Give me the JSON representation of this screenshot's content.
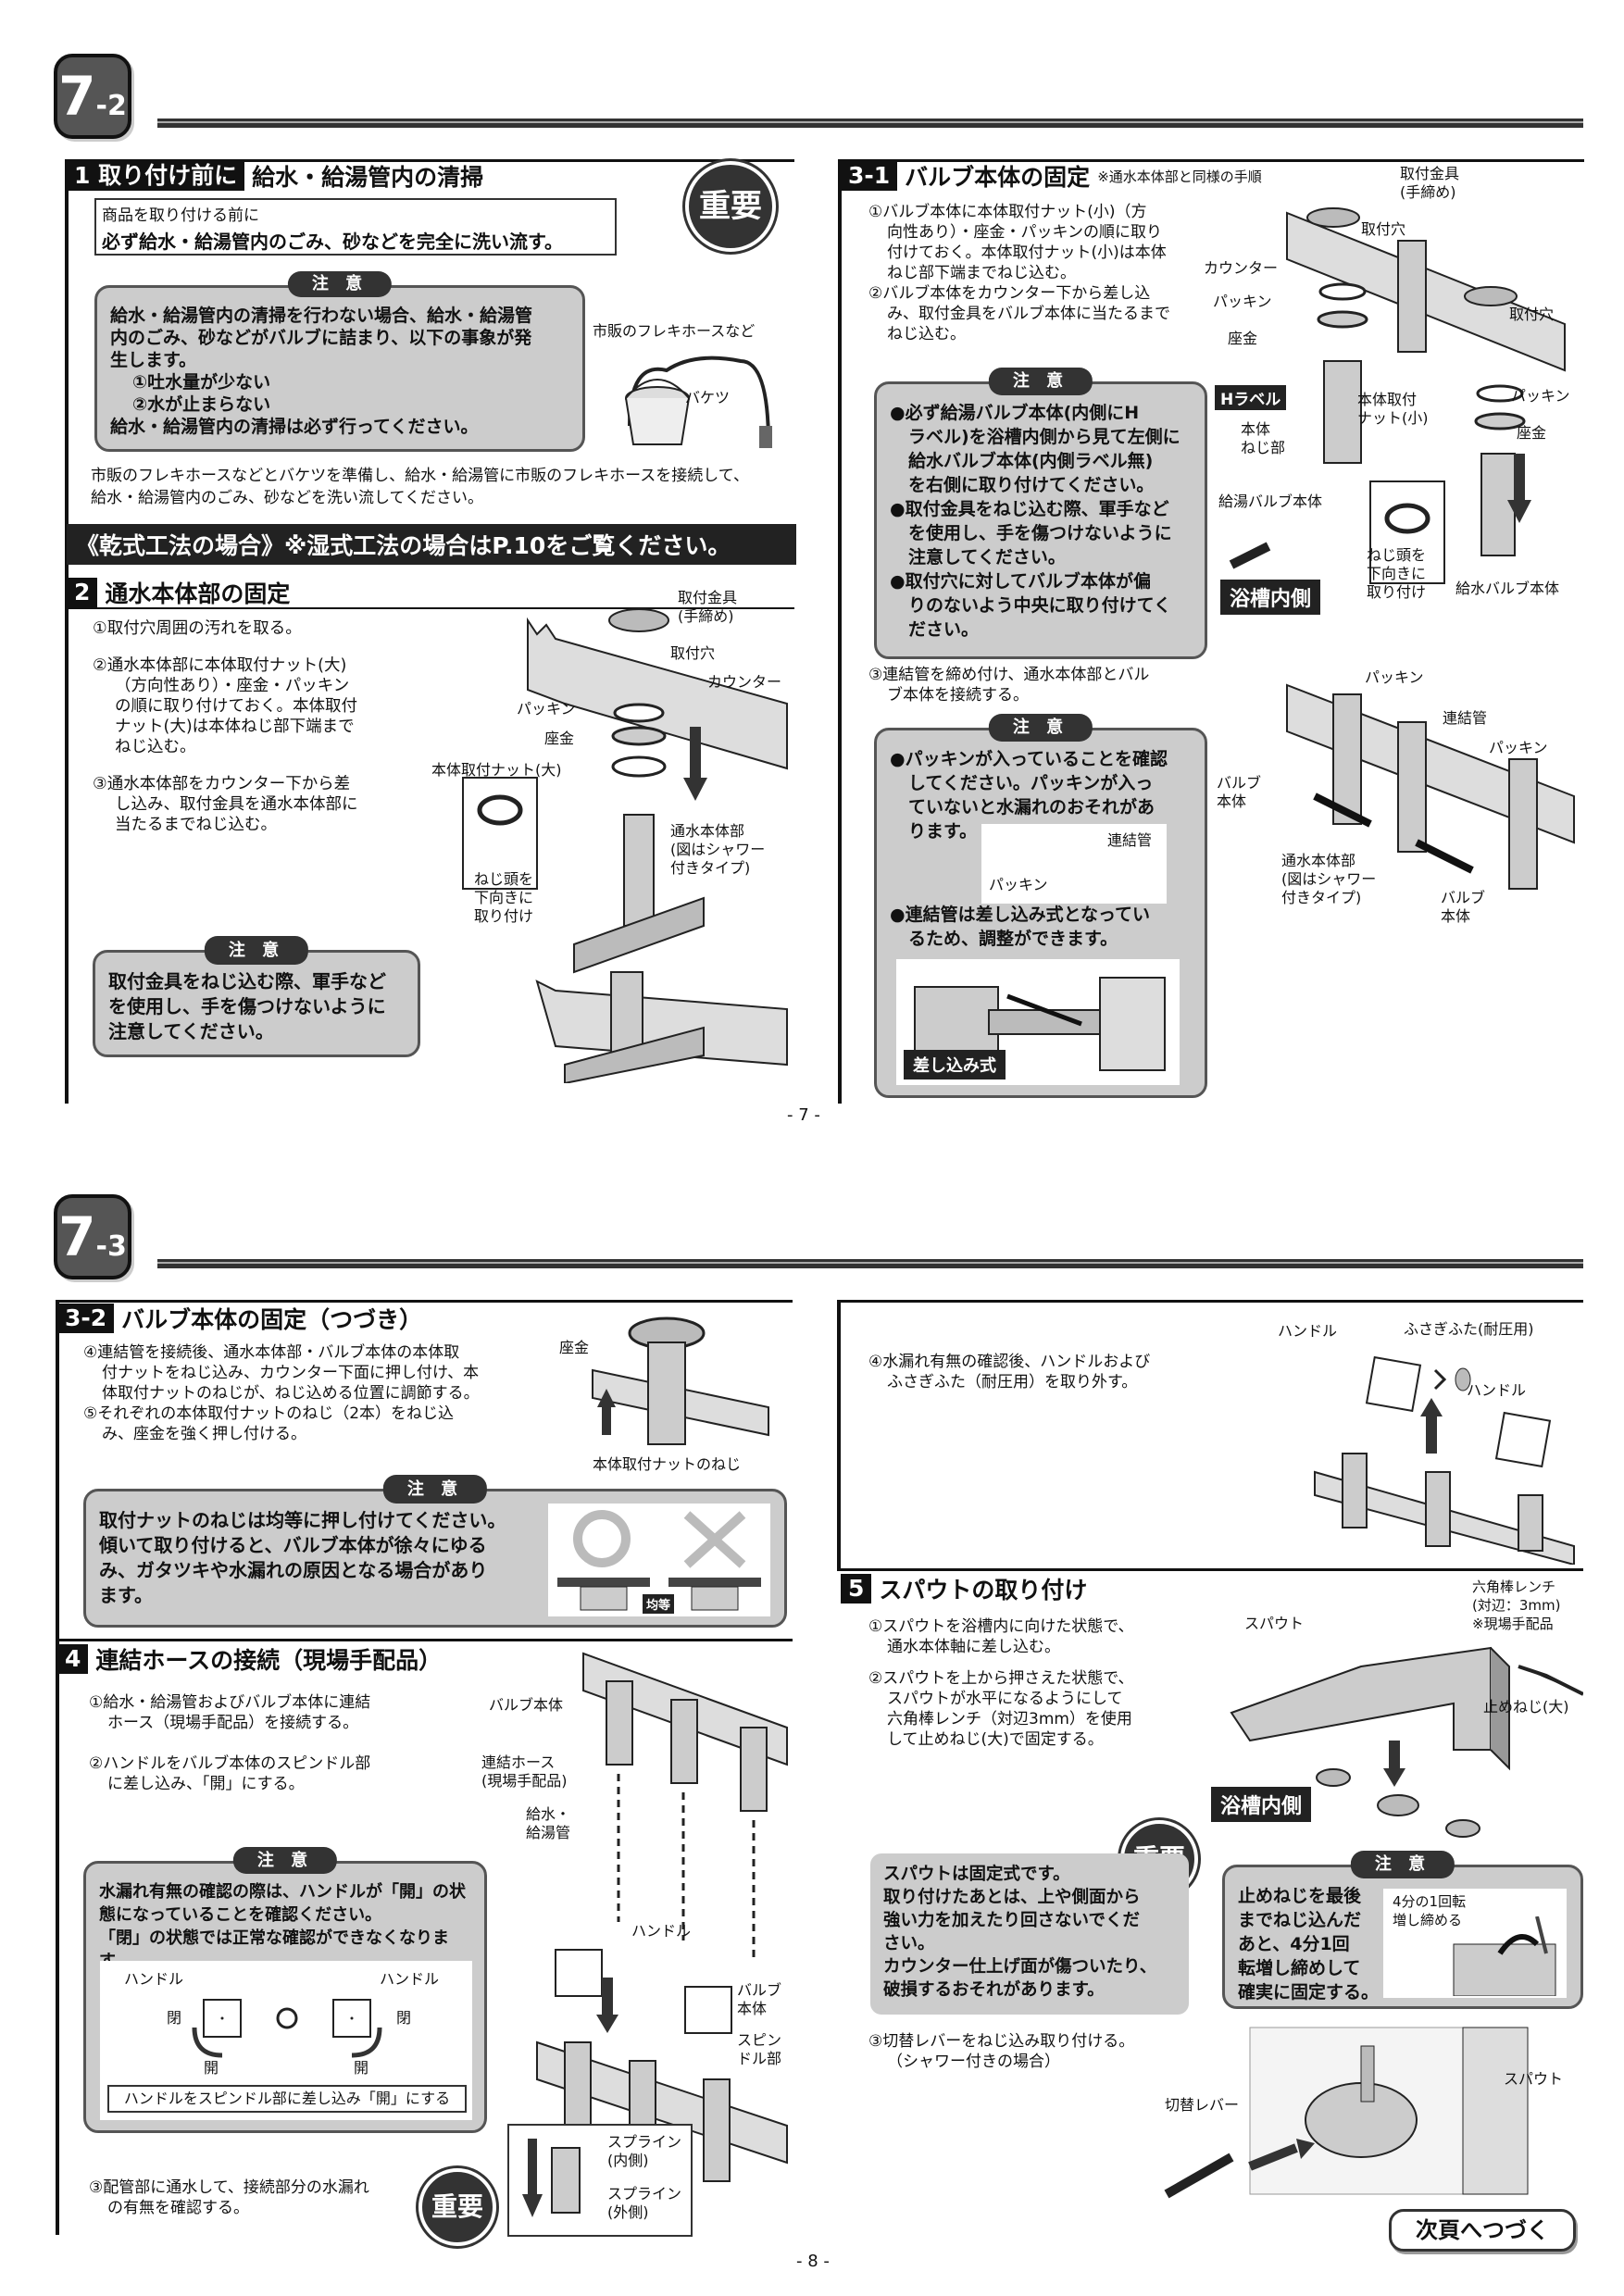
{
  "page7": {
    "badge_main": "7",
    "badge_sub": "-2",
    "step1": {
      "num": "1 取り付け前に",
      "title": "給水・給湯管内の清掃",
      "box_small": "商品を取り付ける前に",
      "box_strong": "必ず給水・給湯管内のごみ、砂などを完全に洗い流す。",
      "important": "重要",
      "caution_tag": "注 意",
      "caution_lines": [
        "給水・給湯管内の清掃を行わない場合、給水・給湯管",
        "内のごみ、砂などがバルブに詰まり、以下の事象が発",
        "生します。",
        "①吐水量が少ない",
        "②水が止まらない",
        "給水・給湯管内の清掃は必ず行ってください。"
      ],
      "hose_label": "市販のフレキホースなど",
      "bucket_label": "バケツ",
      "note": [
        "市販のフレキホースなどとバケツを準備し、給水・給湯管に市販のフレキホースを接続して、",
        "給水・給湯管内のごみ、砂などを洗い流してください。"
      ]
    },
    "dry_method_bar": "《乾式工法の場合》※湿式工法の場合はP.10をご覧ください。",
    "step2": {
      "num": "2",
      "title": "通水本体部の固定",
      "steps": [
        "①取付穴周囲の汚れを取る。",
        "②通水本体部に本体取付ナット(大)",
        "（方向性あり）・座金・パッキン",
        "の順に取り付けておく。本体取付",
        "ナット(大)は本体ねじ部下端まで",
        "ねじ込む。",
        "③通水本体部をカウンター下から差",
        "し込み、取付金具を通水本体部に",
        "当たるまでねじ込む。"
      ],
      "labels": {
        "fitting": "取付金具\n(手締め)",
        "hole": "取付穴",
        "counter": "カウンター",
        "packing": "パッキン",
        "washer": "座金",
        "nut": "本体取付ナット(大)",
        "screw_head": "ねじ頭を\n下向きに\n取り付け",
        "body": "通水本体部\n(図はシャワー\n付きタイプ)"
      },
      "caution_tag": "注 意",
      "caution_lines": [
        "取付金具をねじ込む際、軍手など",
        "を使用し、手を傷つけないように",
        "注意してください。"
      ]
    },
    "step31": {
      "num": "3-1",
      "title": "バルブ本体の固定",
      "subtitle": "※通水本体部と同様の手順",
      "steps": [
        "①バルブ本体に本体取付ナット(小)（方",
        "向性あり）・座金・パッキンの順に取り",
        "付けておく。本体取付ナット(小)は本体",
        "ねじ部下端までねじ込む。",
        "②バルブ本体をカウンター下から差し込",
        "み、取付金具をバルブ本体に当たるまで",
        "ねじ込む。"
      ],
      "caution_tag": "注 意",
      "caution_lines": [
        "●必ず給湯バルブ本体(内側にH",
        "ラベル)を浴槽内側から見て左側に",
        "給水バルブ本体(内側ラベル無)",
        "を右側に取り付けてください。",
        "●取付金具をねじ込む際、軍手など",
        "を使用し、手を傷つけないように",
        "注意してください。",
        "●取付穴に対してバルブ本体が偏",
        "りのないよう中央に取り付けてく",
        "ださい。"
      ],
      "labels": {
        "fitting": "取付金具\n(手締め)",
        "hole": "取付穴",
        "hole2": "取付穴",
        "counter": "カウンター",
        "packing": "パッキン",
        "washer": "座金",
        "packing2": "パッキン",
        "washer2": "座金",
        "hlabel": "Hラベル",
        "thread": "本体\nねじ部",
        "nut": "本体取付\nナット(小)",
        "hot_valve": "給湯バルブ本体",
        "cold_valve": "給水バルブ本体",
        "screw_head": "ねじ頭を\n下向きに\n取り付け",
        "tub": "浴槽内側"
      },
      "step3": [
        "③連結管を締め付け、通水本体部とバル",
        "ブ本体を接続する。"
      ],
      "caution2_tag": "注 意",
      "caution2_a": [
        "●パッキンが入っていることを確認",
        "してください。パッキンが入っ",
        "ていないと水漏れのおそれがあ",
        "ります。"
      ],
      "caution2_b": [
        "●連結管は差し込み式となってい",
        "るため、調整ができます。"
      ],
      "small_labels": {
        "pipe": "連結管",
        "packing": "パッキン",
        "insert": "差し込み式"
      },
      "fig3_labels": {
        "packing": "パッキン",
        "pipe": "連結管",
        "packing2": "パッキン",
        "valve": "バルブ\n本体",
        "body": "通水本体部\n(図はシャワー\n付きタイプ)",
        "valve2": "バルブ\n本体"
      }
    },
    "page_number": "- 7 -"
  },
  "page8": {
    "badge_main": "7",
    "badge_sub": "-3",
    "step32": {
      "num": "3-2",
      "title": "バルブ本体の固定（つづき）",
      "steps": [
        "④連結管を接続後、通水本体部・バルブ本体の本体取",
        "付ナットをねじ込み、カウンター下面に押し付け、本",
        "体取付ナットのねじが、ねじ込める位置に調節する。",
        "⑤それぞれの本体取付ナットのねじ（2本）をねじ込",
        "み、座金を強く押し付ける。"
      ],
      "labels": {
        "washer": "座金",
        "nut_screw": "本体取付ナットのねじ"
      },
      "caution_tag": "注 意",
      "caution_lines": [
        "取付ナットのねじは均等に押し付けてください。",
        "傾いて取り付けると、バルブ本体が徐々にゆる",
        "み、ガタツキや水漏れの原因となる場合があり",
        "ます。"
      ],
      "even": "均等"
    },
    "step4": {
      "num": "4",
      "title": "連結ホースの接続（現場手配品）",
      "steps": [
        "①給水・給湯管およびバルブ本体に連結",
        "ホース（現場手配品）を接続する。",
        "②ハンドルをバルブ本体のスピンドル部",
        "に差し込み、「開」にする。"
      ],
      "caution_tag": "注 意",
      "caution_lines": [
        "水漏れ有無の確認の際は、ハンドルが「開」の状",
        "態になっていることを確認ください。",
        "「閉」の状態では正常な確認ができなくなります。"
      ],
      "diagram": {
        "handle_l": "ハンドル",
        "handle_r": "ハンドル",
        "close_l": "閉",
        "close_r": "閉",
        "open_l": "開",
        "open_r": "開",
        "caption": "ハンドルをスピンドル部に差し込み「開」にする"
      },
      "step3": [
        "③配管部に通水して、接続部分の水漏れ",
        "の有無を確認する。"
      ],
      "important": "重要",
      "labels": {
        "valve": "バルブ本体",
        "hose": "連結ホース\n(現場手配品)",
        "pipes": "給水・\n給湯管",
        "handle": "ハンドル",
        "valve2": "バルブ\n本体",
        "spindle": "スピン\nドル部",
        "spline_in": "スプライン\n(内側)",
        "spline_out": "スプライン\n(外側)"
      }
    },
    "right_top": {
      "step": [
        "④水漏れ有無の確認後、ハンドルおよび",
        "ふさぎふた（耐圧用）を取り外す。"
      ],
      "labels": {
        "handle": "ハンドル",
        "cap": "ふさぎふた(耐圧用)",
        "handle2": "ハンドル"
      }
    },
    "step5": {
      "num": "5",
      "title": "スパウトの取り付け",
      "steps": [
        "①スパウトを浴槽内に向けた状態で、",
        "通水本体軸に差し込む。",
        "②スパウトを上から押さえた状態で、",
        "スパウトが水平になるようにして",
        "六角棒レンチ（対辺3mm）を使用",
        "して止めねじ(大)で固定する。"
      ],
      "labels": {
        "spout": "スパウト",
        "wrench": "六角棒レンチ\n(対辺：3mm)\n※現場手配品",
        "screw": "止めねじ(大)",
        "tub": "浴槽内側"
      },
      "important": "重要",
      "important_lines": [
        "スパウトは固定式です。",
        "取り付けたあとは、上や側面から",
        "強い力を加えたり回さないでくだ",
        "さい。",
        "カウンター仕上げ面が傷ついたり、",
        "破損するおそれがあります。"
      ],
      "caution_tag": "注 意",
      "caution_lines": [
        "止めねじを最後",
        "までねじ込んだ",
        "あと、4分1回",
        "転増し締めして",
        "確実に固定する。"
      ],
      "quarter": "4分の1回転\n増し締める",
      "step3": [
        "③切替レバーをねじ込み取り付ける。",
        "（シャワー付きの場合）"
      ],
      "labels2": {
        "lever": "切替レバー",
        "spout": "スパウト"
      }
    },
    "next": "次頁へつづく",
    "page_number": "- 8 -"
  }
}
